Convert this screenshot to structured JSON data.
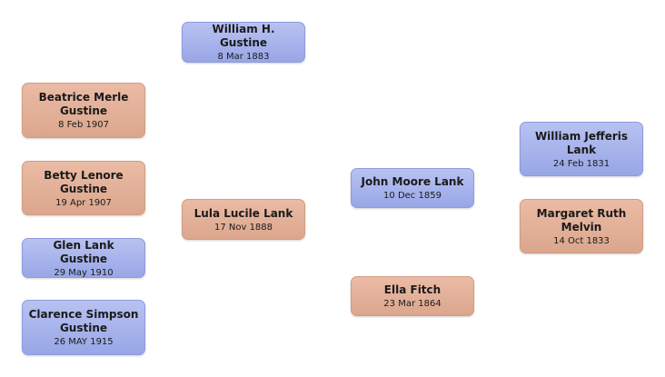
{
  "people": {
    "william_h_gustine": {
      "name": "William H. Gustine",
      "date": "8 Mar 1883",
      "gender": "male"
    },
    "lula_lucile_lank": {
      "name": "Lula Lucile Lank",
      "date": "17 Nov 1888",
      "gender": "female"
    },
    "beatrice_merle_gustine": {
      "name": "Beatrice Merle Gustine",
      "date": "8 Feb 1907",
      "gender": "female"
    },
    "betty_lenore_gustine": {
      "name": "Betty Lenore Gustine",
      "date": "19 Apr 1907",
      "gender": "female"
    },
    "glen_lank_gustine": {
      "name": "Glen Lank Gustine",
      "date": "29 May 1910",
      "gender": "male"
    },
    "clarence_simpson_gustine": {
      "name": "Clarence Simpson Gustine",
      "date": "26 MAY 1915",
      "gender": "male"
    },
    "john_moore_lank": {
      "name": "John Moore Lank",
      "date": "10 Dec 1859",
      "gender": "male"
    },
    "ella_fitch": {
      "name": "Ella Fitch",
      "date": "23 Mar 1864",
      "gender": "female"
    },
    "william_jefferis_lank": {
      "name": "William Jefferis Lank",
      "date": "24 Feb 1831",
      "gender": "male"
    },
    "margaret_ruth_melvin": {
      "name": "Margaret Ruth Melvin",
      "date": "14 Oct 1833",
      "gender": "female"
    }
  },
  "colors": {
    "male_fill": "#a5b1ec",
    "female_fill": "#e2ae96"
  }
}
